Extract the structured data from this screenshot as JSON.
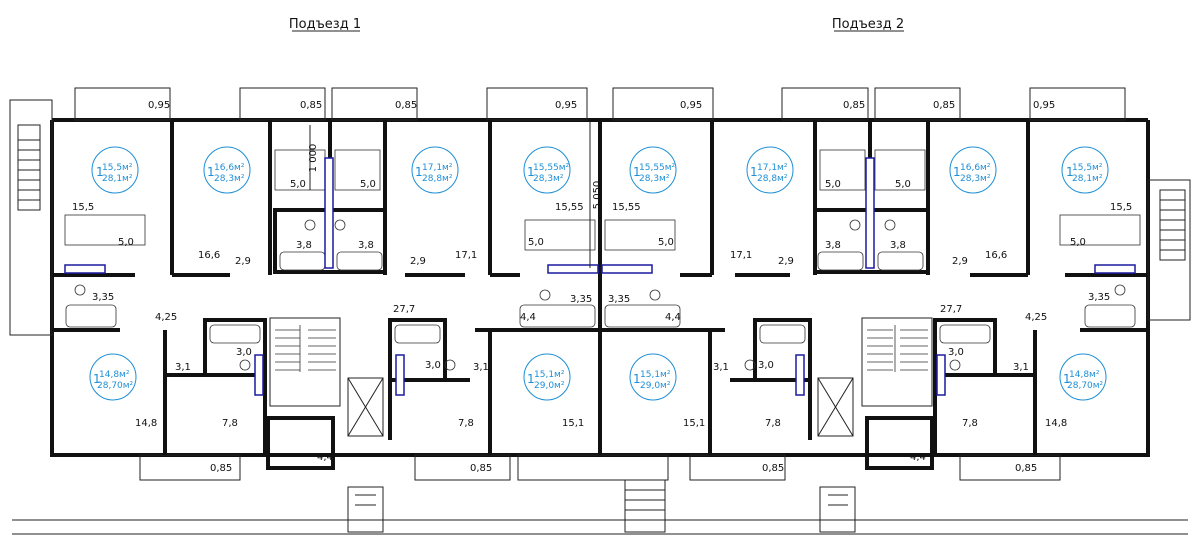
{
  "sections": [
    {
      "id": "s1",
      "label": "Подъезд 1"
    },
    {
      "id": "s2",
      "label": "Подъезд 2"
    }
  ],
  "apartments": [
    {
      "id": "a1",
      "num": "1",
      "area": "15,5м²",
      "total": "28,1м²"
    },
    {
      "id": "a2",
      "num": "1",
      "area": "16,6м²",
      "total": "28,3м²"
    },
    {
      "id": "a3",
      "num": "1",
      "area": "17,1м²",
      "total": "28,8м²"
    },
    {
      "id": "a4",
      "num": "1",
      "area": "15,55м²",
      "total": "28,3м²"
    },
    {
      "id": "a5",
      "num": "1",
      "area": "15,55м²",
      "total": "28,3м²"
    },
    {
      "id": "a6",
      "num": "1",
      "area": "17,1м²",
      "total": "28,8м²"
    },
    {
      "id": "a7",
      "num": "1",
      "area": "16,6м²",
      "total": "28,3м²"
    },
    {
      "id": "a8",
      "num": "1",
      "area": "15,5м²",
      "total": "28,1м²"
    },
    {
      "id": "a9",
      "num": "1",
      "area": "14,8м²",
      "total": "28,70м²"
    },
    {
      "id": "a10",
      "num": "1",
      "area": "15,1м²",
      "total": "29,0м²"
    },
    {
      "id": "a11",
      "num": "1",
      "area": "15,1м²",
      "total": "29,0м²"
    },
    {
      "id": "a12",
      "num": "1",
      "area": "14,8м²",
      "total": "28,70м²"
    }
  ],
  "area_labels": {
    "balcony_top": [
      "0,95",
      "0,85",
      "0,85",
      "0,95",
      "0,95",
      "0,85",
      "0,85",
      "0,95"
    ],
    "balcony_bottom": [
      "0,85",
      "0,85",
      "0,85",
      "0,85"
    ],
    "rooms_top": [
      "15,5",
      "16,6",
      "17,1",
      "15,55",
      "15,55",
      "17,1",
      "16,6",
      "15,5"
    ],
    "kitchens_top": [
      "5,0",
      "5,0",
      "5,0",
      "5,0",
      "5,0",
      "5,0",
      "5,0",
      "5,0"
    ],
    "hall_top": [
      "2,9",
      "2,9",
      "2,9",
      "2,9"
    ],
    "bath_top": [
      "3,8",
      "3,8",
      "3,8",
      "3,8"
    ],
    "bath_side": [
      "3,35",
      "3,35",
      "3,35",
      "3,35"
    ],
    "corridor": [
      "27,7",
      "27,7"
    ],
    "hall_mid": [
      "4,25",
      "4,4",
      "4,4",
      "4,25"
    ],
    "hall_bottom_small": [
      "3,1",
      "3,1",
      "3,1",
      "3,1"
    ],
    "bath_bottom": [
      "3,0",
      "3,0",
      "3,0",
      "3,0"
    ],
    "kitchens_bottom": [
      "7,8",
      "7,8",
      "7,8",
      "7,8"
    ],
    "rooms_bottom": [
      "14,8",
      "15,1",
      "15,1",
      "14,8"
    ],
    "vestibule": [
      "4,4",
      "4,4"
    ],
    "dimension": "5 050",
    "dim_small": "1 000"
  },
  "colors": {
    "wall": "#111111",
    "apt_label": "#1e8fd6",
    "shaft": "#1a1aa0"
  }
}
